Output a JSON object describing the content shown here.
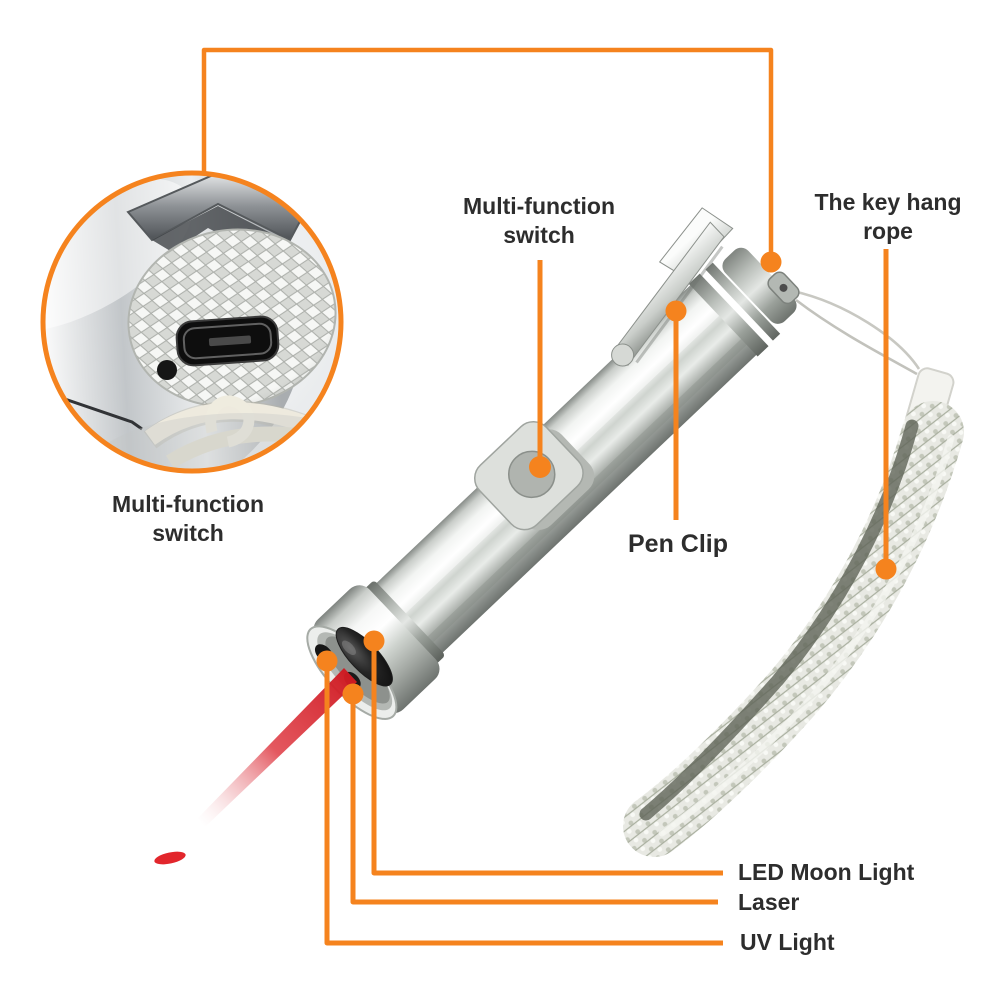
{
  "figure": {
    "type": "annotated-product-diagram",
    "subject": "multi-function pen flashlight with laser, UV light, USB charging port and lanyard",
    "background_color": "#ffffff",
    "accent_color": "#F5831E",
    "text_color": "#2D2D2D",
    "laser_beam_color": "#E01E24"
  },
  "labels": {
    "inset_switch": [
      "Multi-function",
      "switch"
    ],
    "top_switch": [
      "Multi-function",
      "switch"
    ],
    "key_rope": [
      "The key hang",
      "rope"
    ],
    "pen_clip": "Pen Clip",
    "led": "LED Moon Light",
    "laser": "Laser",
    "uv": "UV Light"
  },
  "callouts": [
    {
      "label": "Multi-function switch",
      "points_to": "tail cap shown magnified in circle inset"
    },
    {
      "label": "Multi-function switch",
      "points_to": "side button on pen body"
    },
    {
      "label": "The key hang rope",
      "points_to": "braided lanyard strap"
    },
    {
      "label": "Pen Clip",
      "points_to": "metal pocket clip"
    },
    {
      "label": "LED Moon Light",
      "points_to": "large center lens on pen tip"
    },
    {
      "label": "Laser",
      "points_to": "small lower aperture on pen tip"
    },
    {
      "label": "UV Light",
      "points_to": "small left aperture on pen tip"
    }
  ]
}
